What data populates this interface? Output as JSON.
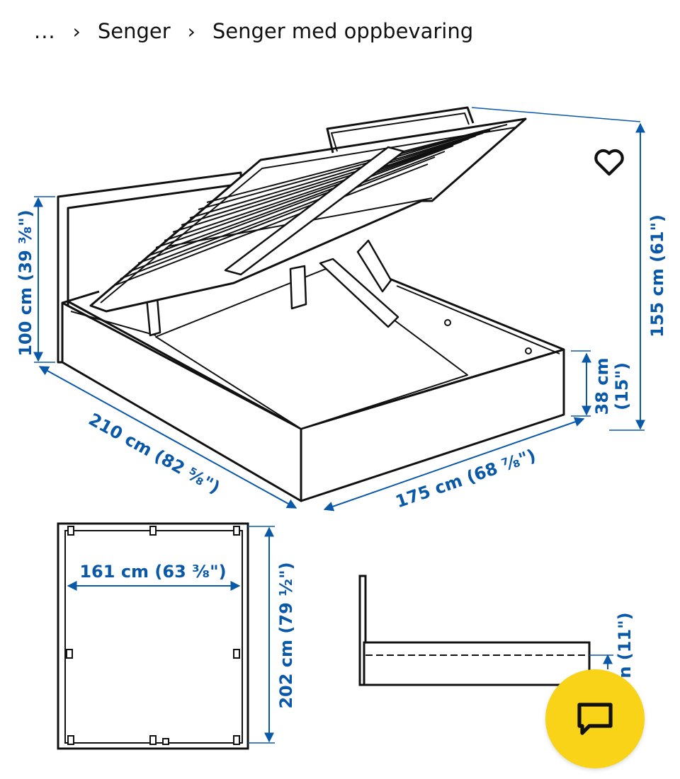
{
  "breadcrumb": {
    "ellipsis": "...",
    "items": [
      "Senger",
      "Senger med oppbevaring"
    ]
  },
  "dimensions": {
    "headboard_height": "100 cm (39 ³⁄₈\")",
    "total_height": "155 cm (61\")",
    "frame_height_cm": "38 cm",
    "frame_height_in": "(15\")",
    "length": "210 cm (82 ⁵⁄₈\")",
    "width": "175 cm (68 ⁷⁄₈\")",
    "mattress_width": "161 cm (63 ³⁄₈\")",
    "mattress_length": "202 cm (79 ¹⁄₂\")",
    "side_height_partial": "n (11\")"
  },
  "colors": {
    "dimension": "#0a58a8",
    "chat_button": "#f8d318",
    "line": "#111111"
  },
  "icons": {
    "favorite": "heart-outline-icon",
    "chat": "chat-bubble-icon"
  }
}
